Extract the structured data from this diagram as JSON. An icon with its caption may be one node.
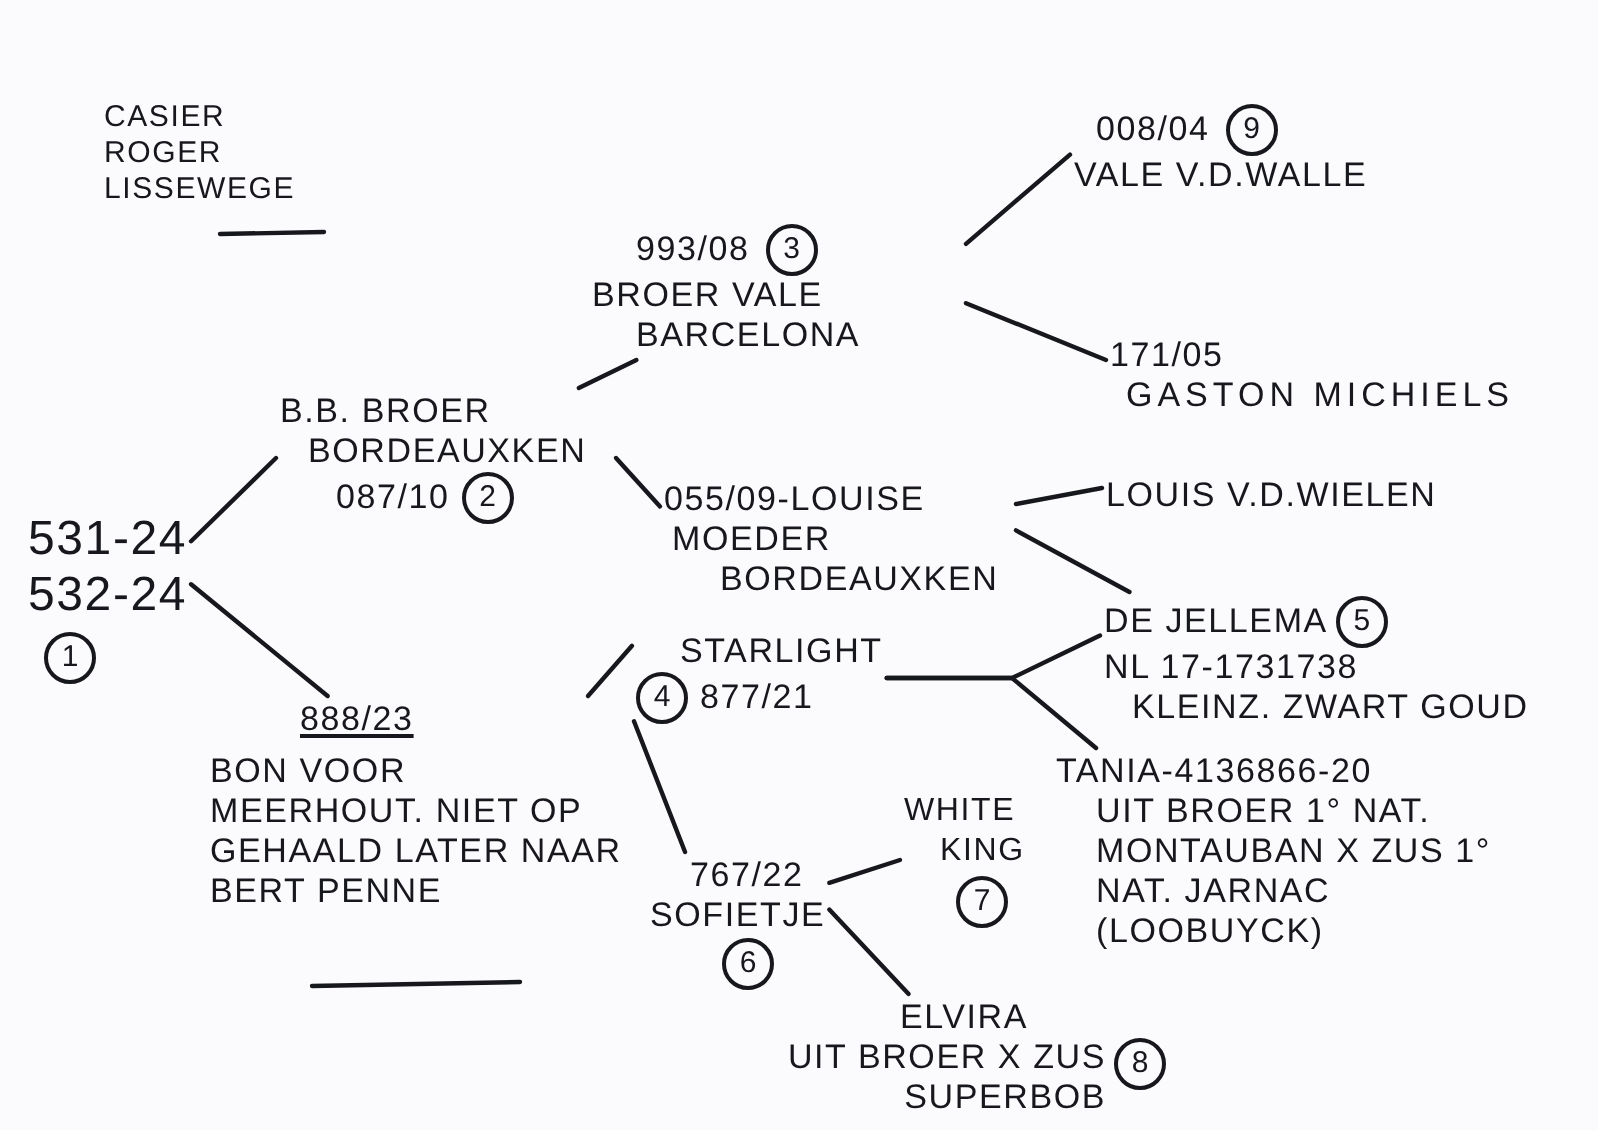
{
  "diagram": {
    "title": "CASIER ROGER LISSEWEGE",
    "nodes": [
      {
        "text": [
          "531-24",
          "532-24",
          "1"
        ]
      },
      {
        "text": [
          "B.B. BROER BORDEAUXKEN",
          "087/10",
          "2"
        ]
      },
      {
        "text": [
          "888/23",
          "BON VOOR MEERHOUT. NIET OP GEHAALD LATER NAAR BERT PENNE"
        ]
      },
      {
        "text": [
          "993/08",
          "3",
          "BROER VALE BARCELONA"
        ]
      },
      {
        "text": [
          "055/09-LOUISE",
          "MOEDER BORDEAUXKEN"
        ]
      },
      {
        "text": [
          "STARLIGHT",
          "4",
          "877/21"
        ]
      },
      {
        "text": [
          "767/22",
          "SOFIETJE",
          "6"
        ]
      },
      {
        "text": [
          "008/04",
          "9",
          "VALE V.D.WALLE"
        ]
      },
      {
        "text": [
          "171/05",
          "GASTON MICHIELS"
        ]
      },
      {
        "text": [
          "LOUIS V.D.WIELEN"
        ]
      },
      {
        "text": [
          "DE JELLEMA",
          "5",
          "NL 17-1731738",
          "KLEINZ. ZWART GOUD"
        ]
      },
      {
        "text": [
          "TANIA-4136866-20",
          "UIT BROER 1° NAT. MONTAUBAN X ZUS 1° NAT. JARNAC (LOOBUYCK)"
        ]
      },
      {
        "text": [
          "WHITE KING",
          "7"
        ]
      },
      {
        "text": [
          "ELVIRA",
          "UIT BROER X ZUS SUPERBOB",
          "8"
        ]
      }
    ],
    "edges": [
      {
        "from": 0,
        "to": 1,
        "arrow": "none"
      },
      {
        "from": 0,
        "to": 2,
        "arrow": "none"
      },
      {
        "from": 1,
        "to": 3,
        "arrow": "none"
      },
      {
        "from": 1,
        "to": 4,
        "arrow": "none"
      },
      {
        "from": 3,
        "to": 7,
        "arrow": "none"
      },
      {
        "from": 3,
        "to": 8,
        "arrow": "none"
      },
      {
        "from": 4,
        "to": 9,
        "arrow": "none"
      },
      {
        "from": 4,
        "to": 10,
        "arrow": "none"
      },
      {
        "from": 2,
        "to": 5,
        "arrow": "none"
      },
      {
        "from": 2,
        "to": 6,
        "arrow": "none"
      },
      {
        "from": 5,
        "to": 10,
        "arrow": "none"
      },
      {
        "from": 5,
        "to": 11,
        "arrow": "none"
      },
      {
        "from": 6,
        "to": 12,
        "arrow": "none"
      },
      {
        "from": 6,
        "to": 13,
        "arrow": "none"
      }
    ]
  }
}
